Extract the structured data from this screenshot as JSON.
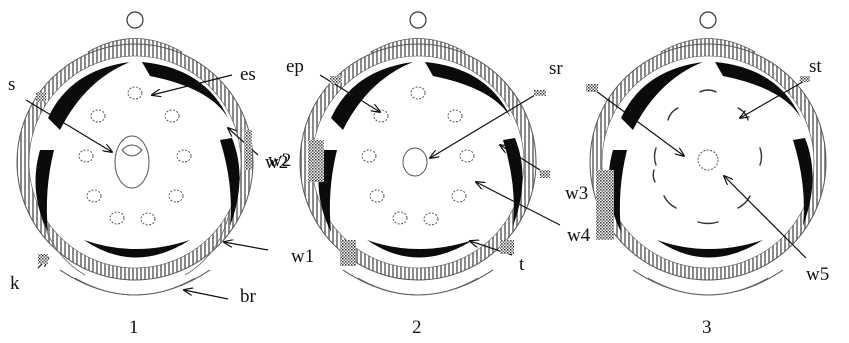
{
  "diagram": {
    "panels": [
      {
        "number": "1",
        "labels": {
          "s": "s",
          "es": "es",
          "w2": "w2",
          "k": "k",
          "br": "br"
        }
      },
      {
        "number": "2",
        "labels": {
          "ep": "ep",
          "sr": "sr",
          "w2": "w2",
          "w3": "w3",
          "w4": "w4",
          "w1": "w1",
          "t": "t"
        }
      },
      {
        "number": "3",
        "labels": {
          "st": "st",
          "w5": "w5"
        }
      }
    ]
  }
}
